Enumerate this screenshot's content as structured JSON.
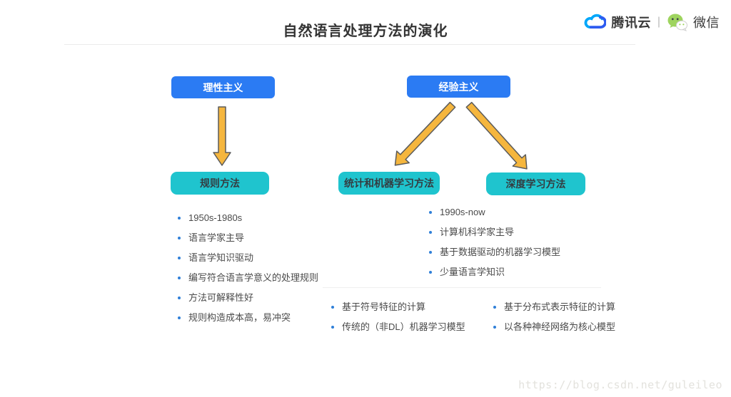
{
  "header": {
    "title": "自然语言处理方法的演化",
    "brand": {
      "tencent": "腾讯云",
      "separator": "|",
      "wechat": "微信"
    }
  },
  "colors": {
    "node_blue": "#2B7BF3",
    "node_teal": "#1FC4CE",
    "arrow_fill": "#F5B63E",
    "arrow_stroke": "#5b5b5b",
    "bullet_blue": "#2F7FD8"
  },
  "nodes": {
    "rationalism": "理性主义",
    "empiricism": "经验主义",
    "rule_method": "规则方法",
    "stat_ml_method": "统计和机器学习方法",
    "deep_learning_method": "深度学习方法"
  },
  "lists": {
    "rule": [
      "1950s-1980s",
      "语言学家主导",
      "语言学知识驱动",
      "编写符合语言学意义的处理规则",
      "方法可解释性好",
      "规则构造成本高，易冲突"
    ],
    "stat_ml": [
      "1990s-now",
      "计算机科学家主导",
      "基于数据驱动的机器学习模型",
      "少量语言学知识"
    ],
    "stat_detail": [
      "基于符号特征的计算",
      "传统的（非DL）机器学习模型"
    ],
    "deep_detail": [
      "基于分布式表示特征的计算",
      "以各种神经网络为核心模型"
    ]
  },
  "watermark": "https://blog.csdn.net/guleileo"
}
